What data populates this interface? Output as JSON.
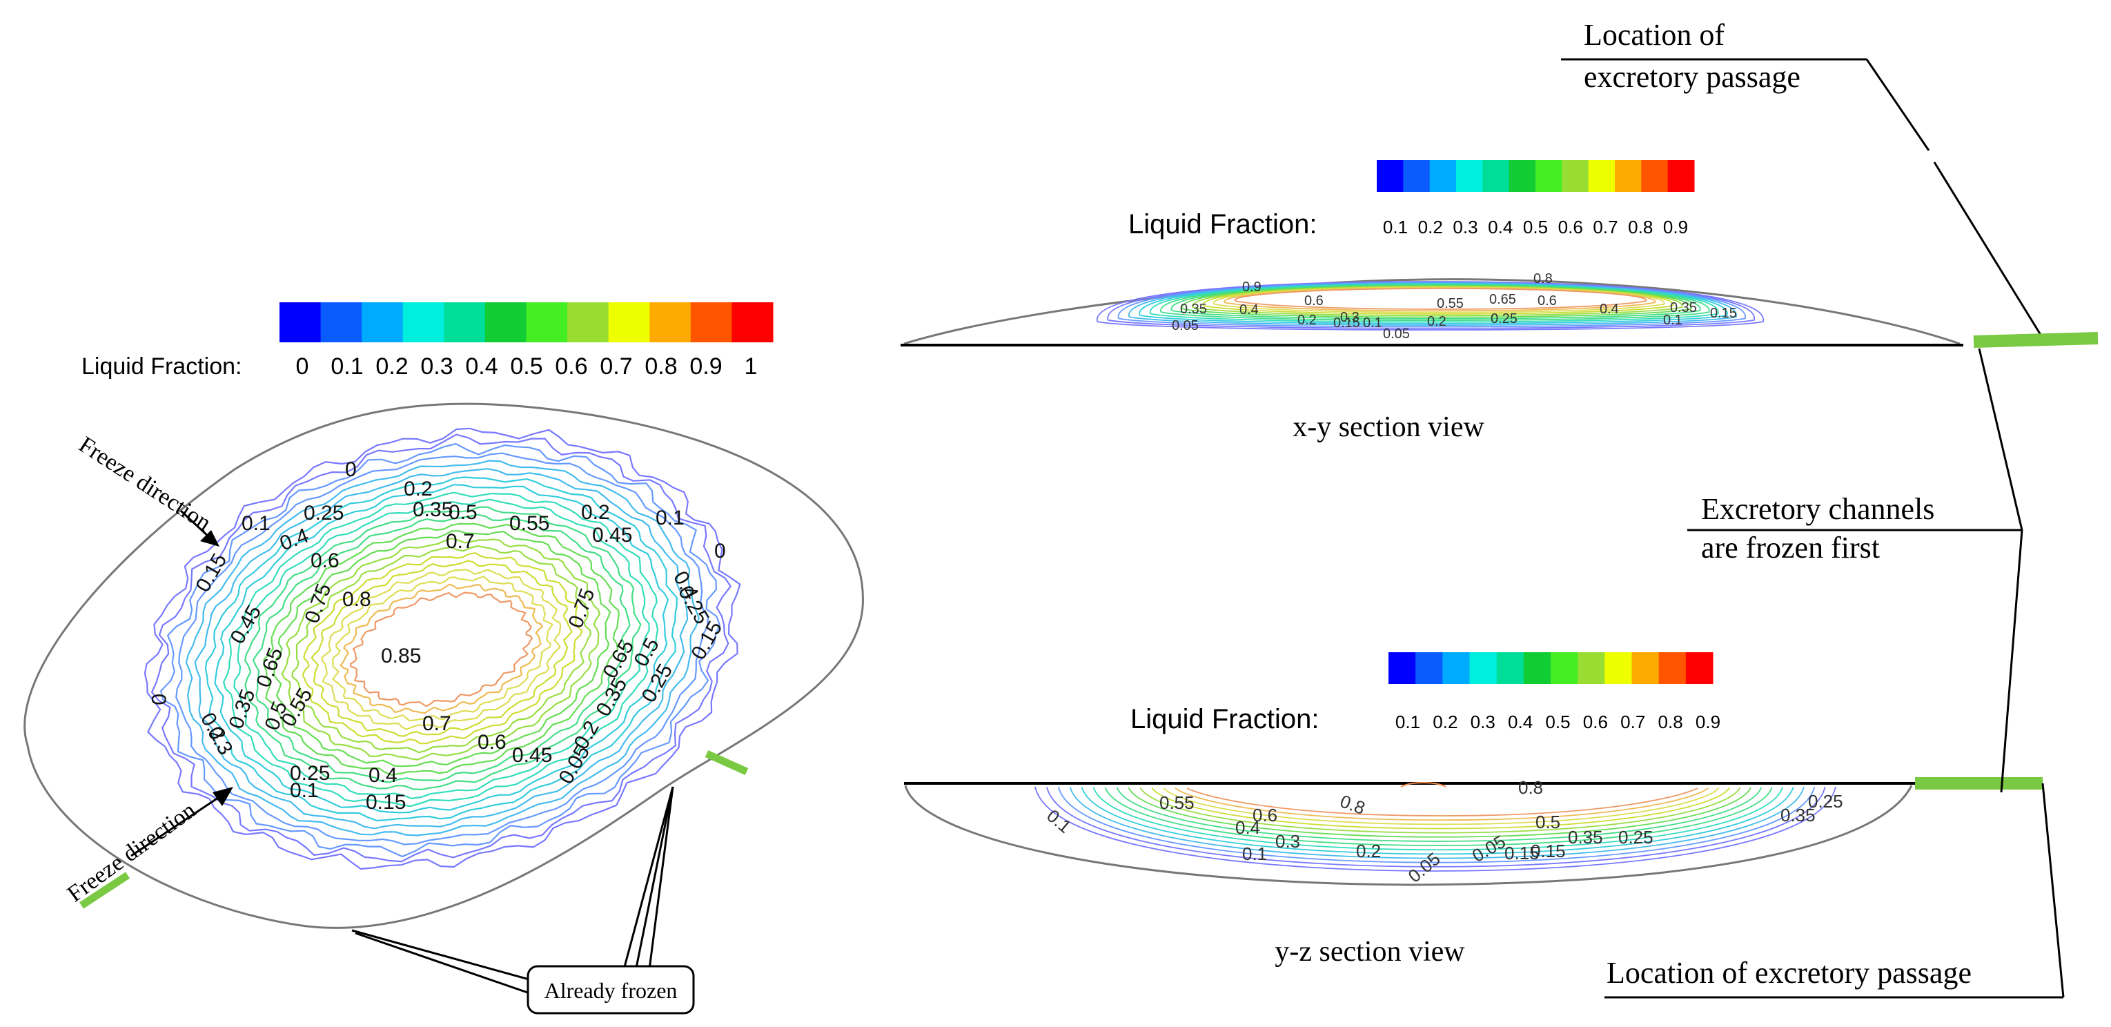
{
  "legend_main": {
    "label": "Liquid Fraction:",
    "ticks": [
      "0",
      "0.1",
      "0.2",
      "0.3",
      "0.4",
      "0.5",
      "0.6",
      "0.7",
      "0.8",
      "0.9",
      "1"
    ],
    "colors": [
      "#0000ff",
      "#0a5cff",
      "#00aaff",
      "#00eedd",
      "#00dd99",
      "#11cc33",
      "#44ee22",
      "#99dd33",
      "#eeff00",
      "#ffaa00",
      "#ff5500",
      "#ff0000"
    ]
  },
  "legend_xy": {
    "label": "Liquid Fraction:",
    "ticks": [
      "0.1",
      "0.2",
      "0.3",
      "0.4",
      "0.5",
      "0.6",
      "0.7",
      "0.8",
      "0.9"
    ],
    "colors": [
      "#0000ff",
      "#0a5cff",
      "#00aaff",
      "#00eedd",
      "#00dd99",
      "#11cc33",
      "#44ee22",
      "#99dd33",
      "#eeff00",
      "#ffaa00",
      "#ff5500",
      "#ff0000"
    ]
  },
  "legend_yz": {
    "label": "Liquid Fraction:",
    "ticks": [
      "0.1",
      "0.2",
      "0.3",
      "0.4",
      "0.5",
      "0.6",
      "0.7",
      "0.8",
      "0.9"
    ],
    "colors": [
      "#0000ff",
      "#0a5cff",
      "#00aaff",
      "#00eedd",
      "#00dd99",
      "#11cc33",
      "#44ee22",
      "#99dd33",
      "#eeff00",
      "#ffaa00",
      "#ff5500",
      "#ff0000"
    ]
  },
  "annotations": {
    "freeze_top": "Freeze direction",
    "freeze_bottom": "Freeze direction",
    "already_frozen": "Already frozen",
    "excretory_top_line1": "Location of",
    "excretory_top_line2": "excretory passage",
    "channels_line1": "Excretory channels",
    "channels_line2": "are frozen first",
    "excretory_bottom": "Location of excretory passage"
  },
  "views": {
    "xy_caption": "x-y section view",
    "yz_caption": "y-z section view"
  },
  "contour_labels_main": [
    "0",
    "0.2",
    "0.35",
    "0.5",
    "0.55",
    "0.2",
    "0.45",
    "0.1",
    "0",
    "0.25",
    "0.4",
    "0.7",
    "0.25",
    "0.1",
    "0.4",
    "0.15",
    "0.6",
    "0.45",
    "0.75",
    "0.8",
    "0.85",
    "0.75",
    "0.65",
    "0.15",
    "0.5",
    "0.65",
    "0.25",
    "0",
    "0.5",
    "0.55",
    "0.35",
    "0.2",
    "0.3",
    "0.7",
    "0.6",
    "0.45",
    "0.35",
    "0.2",
    "0.05",
    "0.25",
    "0.4",
    "0.1",
    "0.15"
  ],
  "contour_labels_xy": [
    "0.9",
    "0.8",
    "0.35",
    "0.4",
    "0.6",
    "0.55",
    "0.65",
    "0.6",
    "0.2",
    "0.15",
    "0.1",
    "0.3",
    "0.2",
    "0.05",
    "0.25",
    "0.4",
    "0.35",
    "0.05",
    "0.1",
    "0.15"
  ],
  "contour_labels_yz": [
    "0.8",
    "0.1",
    "0.55",
    "0.6",
    "0.8",
    "0.4",
    "0.3",
    "0.5",
    "0.35",
    "0.25",
    "0.15",
    "0.05",
    "0.1",
    "0.2",
    "0.05",
    "0.15",
    "0.35",
    "0.25"
  ],
  "colors": {
    "passage": "#7ac943",
    "outline": "#777777",
    "contour": [
      "#7878ff",
      "#6699ff",
      "#44bbee",
      "#33ccdd",
      "#33ddbb",
      "#44dd88",
      "#66dd55",
      "#99dd44",
      "#ccdd33",
      "#dddd55",
      "#eebb55",
      "#ee9966"
    ]
  }
}
